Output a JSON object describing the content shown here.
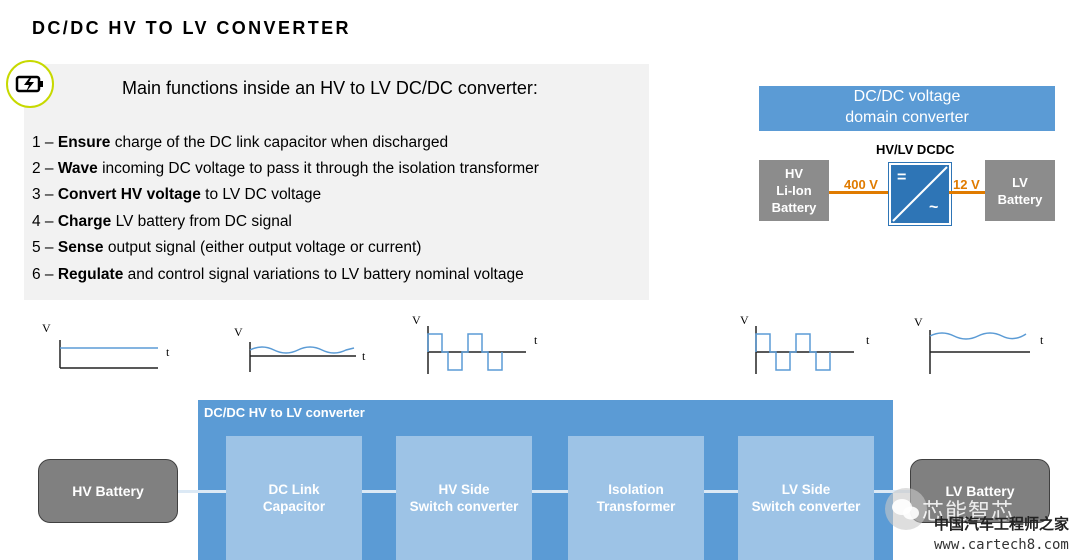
{
  "title": "DC/DC HV TO LV CONVERTER",
  "functions": {
    "heading": "Main functions inside an HV to LV DC/DC converter:",
    "items": [
      {
        "num": "1 – ",
        "bold": "Ensure",
        "rest": " charge of the DC link capacitor when discharged"
      },
      {
        "num": "2 – ",
        "bold": "Wave",
        "rest": " incoming DC voltage to pass it through the isolation transformer"
      },
      {
        "num": "3 – ",
        "bold": "Convert HV voltage",
        "rest": " to LV DC voltage"
      },
      {
        "num": "4 – ",
        "bold": "Charge",
        "rest": " LV battery from DC signal"
      },
      {
        "num": "5 – ",
        "bold": "Sense",
        "rest": " output signal (either output voltage or current)"
      },
      {
        "num": "6 – ",
        "bold": "Regulate",
        "rest": " and control signal variations to LV battery nominal voltage"
      }
    ]
  },
  "domain_diagram": {
    "header_line1": "DC/DC voltage",
    "header_line2": "domain converter",
    "converter_label": "HV/LV DCDC",
    "hv_box": [
      "HV",
      "Li-Ion",
      "Battery"
    ],
    "lv_box": [
      "LV",
      "Battery"
    ],
    "hv_voltage": "400 V",
    "lv_voltage": "12 V",
    "icon_symbols": {
      "dc": "=",
      "ac": "~"
    },
    "line_color": "#e07b00"
  },
  "waveforms": {
    "axis_v": "V",
    "axis_t": "t",
    "items": [
      {
        "kind": "flat"
      },
      {
        "kind": "ripple"
      },
      {
        "kind": "square"
      },
      {
        "kind": "square"
      },
      {
        "kind": "ripple"
      }
    ],
    "wave_color": "#5b9bd5"
  },
  "converter": {
    "title": "DC/DC HV to LV converter",
    "left_end": "HV Battery",
    "right_end": "LV Battery",
    "blocks": [
      {
        "line1": "DC Link",
        "line2": "Capacitor"
      },
      {
        "line1": "HV Side",
        "line2": "Switch converter"
      },
      {
        "line1": "Isolation",
        "line2": "Transformer"
      },
      {
        "line1": "LV Side",
        "line2": "Switch converter"
      }
    ]
  },
  "watermark": {
    "brand": "芯能智芯",
    "org": "中国汽车工程师之家",
    "url": "www.cartech8.com"
  }
}
